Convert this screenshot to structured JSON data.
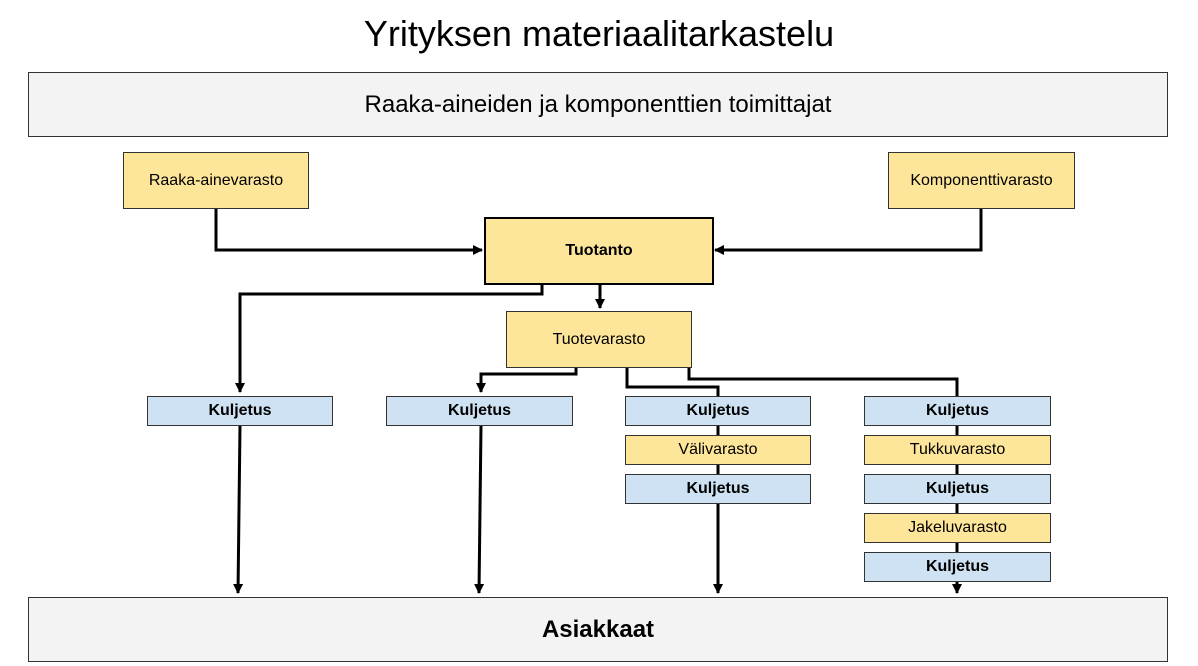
{
  "title": "Yrityksen materiaalitarkastelu",
  "suppliers_label": "Raaka-aineiden ja komponenttien toimittajat",
  "customers_label": "Asiakkaat",
  "raw_material_storage": "Raaka-ainevarasto",
  "component_storage": "Komponenttivarasto",
  "production": "Tuotanto",
  "product_storage": "Tuotevarasto",
  "chains": [
    {
      "steps": [
        "Kuljetus"
      ]
    },
    {
      "steps": [
        "Kuljetus"
      ]
    },
    {
      "steps": [
        "Kuljetus",
        "Välivarasto",
        "Kuljetus"
      ]
    },
    {
      "steps": [
        "Kuljetus",
        "Tukkuvarasto",
        "Kuljetus",
        "Jakeluvarasto",
        "Kuljetus"
      ]
    }
  ],
  "colors": {
    "storage": "#fde59a",
    "transport": "#cfe2f3",
    "endpoint": "#f3f3f3"
  }
}
